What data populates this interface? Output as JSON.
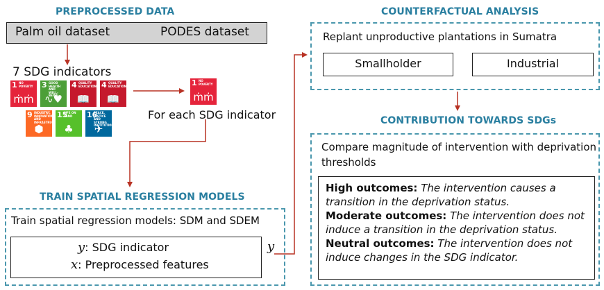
{
  "preprocessed": {
    "heading": "PREPROCESSED DATA",
    "dataset_left": "Palm oil dataset",
    "dataset_right": "PODES dataset",
    "indicators_label": "7 SDG indicators",
    "for_each_label": "For each SDG indicator"
  },
  "sdg_icons": [
    {
      "num": "1",
      "title": "NO POVERTY",
      "color": "#e5243b",
      "glyph": "ṁṁ"
    },
    {
      "num": "3",
      "title": "GOOD HEALTH AND WELL-BEING",
      "color": "#4c9f38",
      "glyph": "∿♥"
    },
    {
      "num": "4",
      "title": "QUALITY EDUCATION",
      "color": "#c5192d",
      "glyph": "📖"
    },
    {
      "num": "4",
      "title": "QUALITY EDUCATION",
      "color": "#c5192d",
      "glyph": "📖"
    },
    {
      "num": "9",
      "title": "INDUSTRY, INNOVATION AND INFRASTRUCTURE",
      "color": "#fd6925",
      "glyph": "⬢"
    },
    {
      "num": "15",
      "title": "LIFE ON LAND",
      "color": "#56c02b",
      "glyph": "♣"
    },
    {
      "num": "16",
      "title": "PEACE, JUSTICE AND STRONG INSTITUTIONS",
      "color": "#00689d",
      "glyph": "✈"
    }
  ],
  "single_icon": {
    "num": "1",
    "title": "NO POVERTY",
    "color": "#e5243b",
    "glyph": "ṁṁ"
  },
  "train": {
    "heading": "TRAIN SPATIAL REGRESSION MODELS",
    "description": "Train spatial regression models: SDM and SDEM",
    "y_symbol": "y",
    "y_text": ": SDG indicator",
    "x_symbol": "x",
    "x_text": ": Preprocessed features",
    "output_symbol": "y"
  },
  "counterfactual": {
    "heading": "COUNTERFACTUAL ANALYSIS",
    "description": "Replant unproductive plantations in Sumatra",
    "option_left": "Smallholder",
    "option_right": "Industrial"
  },
  "contribution": {
    "heading": "CONTRIBUTION TOWARDS SDGs",
    "description_line1": "Compare magnitude of intervention with deprivation",
    "description_line2": "thresholds",
    "outcomes": [
      {
        "label": "High outcomes:",
        "text_line1": " The intervention causes a",
        "text_line2": "transition in the deprivation status."
      },
      {
        "label": "Moderate outcomes:",
        "text_line1": " The intervention does not",
        "text_line2": "induce a transition in the deprivation status."
      },
      {
        "label": "Neutral outcomes:",
        "text_line1": " The intervention does not",
        "text_line2": "induce changes in the SDG indicator."
      }
    ]
  },
  "colors": {
    "heading": "#2a7fa0",
    "arrow": "#b83224",
    "dashed_border": "#4a97ad",
    "dataset_bar": "#d3d3d3"
  }
}
